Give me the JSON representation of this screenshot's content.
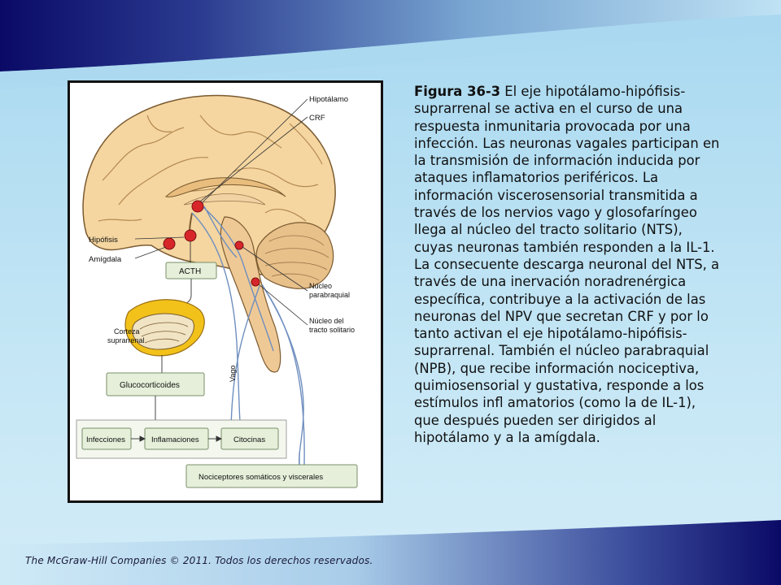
{
  "caption": {
    "figure_label": "Figura 36-3",
    "text": " El eje hipotálamo-hipófisis-suprarrenal se activa en el curso de una respuesta inmunitaria provocada por una infección. Las neuronas vagales participan en la transmisión de información inducida por ataques inflamatorios periféricos. La información viscerosensorial transmitida a través de los nervios vago y glosofaríngeo llega al núcleo del tracto solitario (NTS), cuyas neuronas también responden a la IL-1. La consecuente descarga neuronal del NTS, a través de una inervación noradrenérgica específica, contribuye a la activación de las neuronas del NPV que secretan CRF y por lo tanto activan el eje hipotálamo-hipófisis-suprarrenal. También el núcleo parabraquial (NPB), que recibe información nociceptiva, quimiosensorial y gustativa, responde a los estímulos infl amatorios (como la de IL-1), que después pueden ser dirigidos al hipotálamo y a la amígdala."
  },
  "footer": "The McGraw-Hill Companies © 2011. Todos los derechos reservados.",
  "diagram": {
    "labels": {
      "hipotalamo": "Hipotálamo",
      "crf": "CRF",
      "hipofisis": "Hipófisis",
      "amigdala": "Amígdala",
      "acth": "ACTH",
      "nucleo_parabraquial_1": "Núcleo",
      "nucleo_parabraquial_2": "parabraquial",
      "nucleo_tracto_1": "Núcleo del",
      "nucleo_tracto_2": "tracto solitario",
      "corteza_1": "Corteza",
      "corteza_2": "suprarrenal",
      "vago": "Vago",
      "glucocorticoides": "Glucocorticoides",
      "infecciones": "Infecciones",
      "inflamaciones": "Inflamaciones",
      "citocinas": "Citocinas",
      "nociceptores": "Nociceptores somáticos y viscerales"
    },
    "colors": {
      "brain_fill": "#f5d6a0",
      "brain_stroke": "#7a5a30",
      "nucleus_red": "#d7262a",
      "nerve_blue": "#6f8fbf",
      "adrenal_yellow": "#f2c21a",
      "box_fill": "#e5efd9",
      "box_stroke": "#7a8f6a"
    }
  }
}
